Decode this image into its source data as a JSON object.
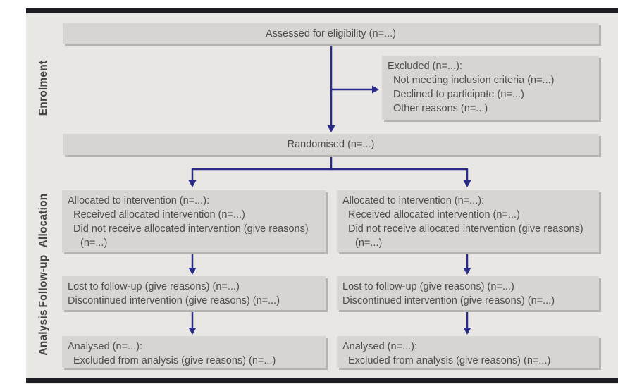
{
  "stages": [
    "Enrolment",
    "Allocation",
    "Follow-up",
    "Analysis"
  ],
  "boxes": {
    "assessed": {
      "text": "Assessed for eligibility (n=...)"
    },
    "excluded": {
      "title": "Excluded (n=...):",
      "items": [
        "Not meeting inclusion criteria (n=...)",
        "Declined to participate (n=...)",
        "Other reasons (n=...)"
      ]
    },
    "randomised": {
      "text": "Randomised (n=...)"
    },
    "allocation_left": {
      "title": "Allocated to intervention (n=...):",
      "items": [
        "Received allocated intervention (n=...)",
        "Did not receive allocated intervention (give reasons) (n=...)"
      ]
    },
    "allocation_right": {
      "title": "Allocated to intervention (n=...):",
      "items": [
        "Received allocated intervention (n=...)",
        "Did not receive allocated intervention (give reasons) (n=...)"
      ]
    },
    "followup_left": {
      "items": [
        "Lost to follow-up (give reasons) (n=...)",
        "Discontinued intervention (give reasons) (n=...)"
      ]
    },
    "followup_right": {
      "items": [
        "Lost to follow-up (give reasons) (n=...)",
        "Discontinued intervention (give reasons) (n=...)"
      ]
    },
    "analysis_left": {
      "title": "Analysed (n=...):",
      "items": [
        "Excluded from analysis (give reasons) (n=...)"
      ]
    },
    "analysis_right": {
      "title": "Analysed (n=...):",
      "items": [
        "Excluded from analysis (give reasons) (n=...)"
      ]
    }
  },
  "colors": {
    "arrow": "#2a2a87",
    "box_bg": "#d7d5d2",
    "box_shadow": "#b5b3b0",
    "panel_bg": "#e8e7e4",
    "rule": "#1c1c22",
    "text": "#4e4d4b",
    "stage_label": "#454443"
  }
}
